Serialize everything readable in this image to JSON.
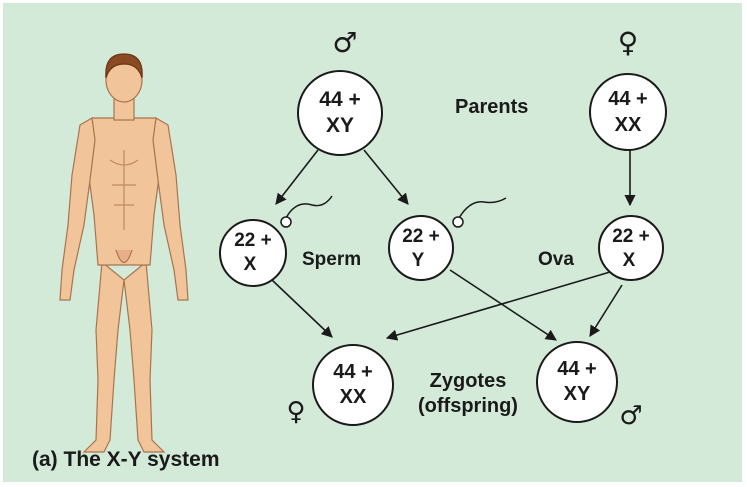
{
  "colors": {
    "background": "#d4ead8",
    "frame": "#ffffff",
    "ink": "#1a1a1a",
    "skin": "#f2c49a",
    "hair": "#8a4a22"
  },
  "symbols": {
    "male": "♂",
    "female": "♀"
  },
  "parents": {
    "label": "Parents",
    "father": {
      "line1": "44 +",
      "line2": "XY"
    },
    "mother": {
      "line1": "44 +",
      "line2": "XX"
    }
  },
  "sperm": {
    "label": "Sperm",
    "x": {
      "line1": "22 +",
      "line2": "X"
    },
    "y": {
      "line1": "22 +",
      "line2": "Y"
    }
  },
  "ova": {
    "label": "Ova",
    "x": {
      "line1": "22 +",
      "line2": "X"
    }
  },
  "zygotes": {
    "label_line1": "Zygotes",
    "label_line2": "(offspring)",
    "female": {
      "line1": "44 +",
      "line2": "XX"
    },
    "male": {
      "line1": "44 +",
      "line2": "XY"
    }
  },
  "caption": "(a) The X-Y system",
  "figure_icon": "human-male-figure-icon"
}
